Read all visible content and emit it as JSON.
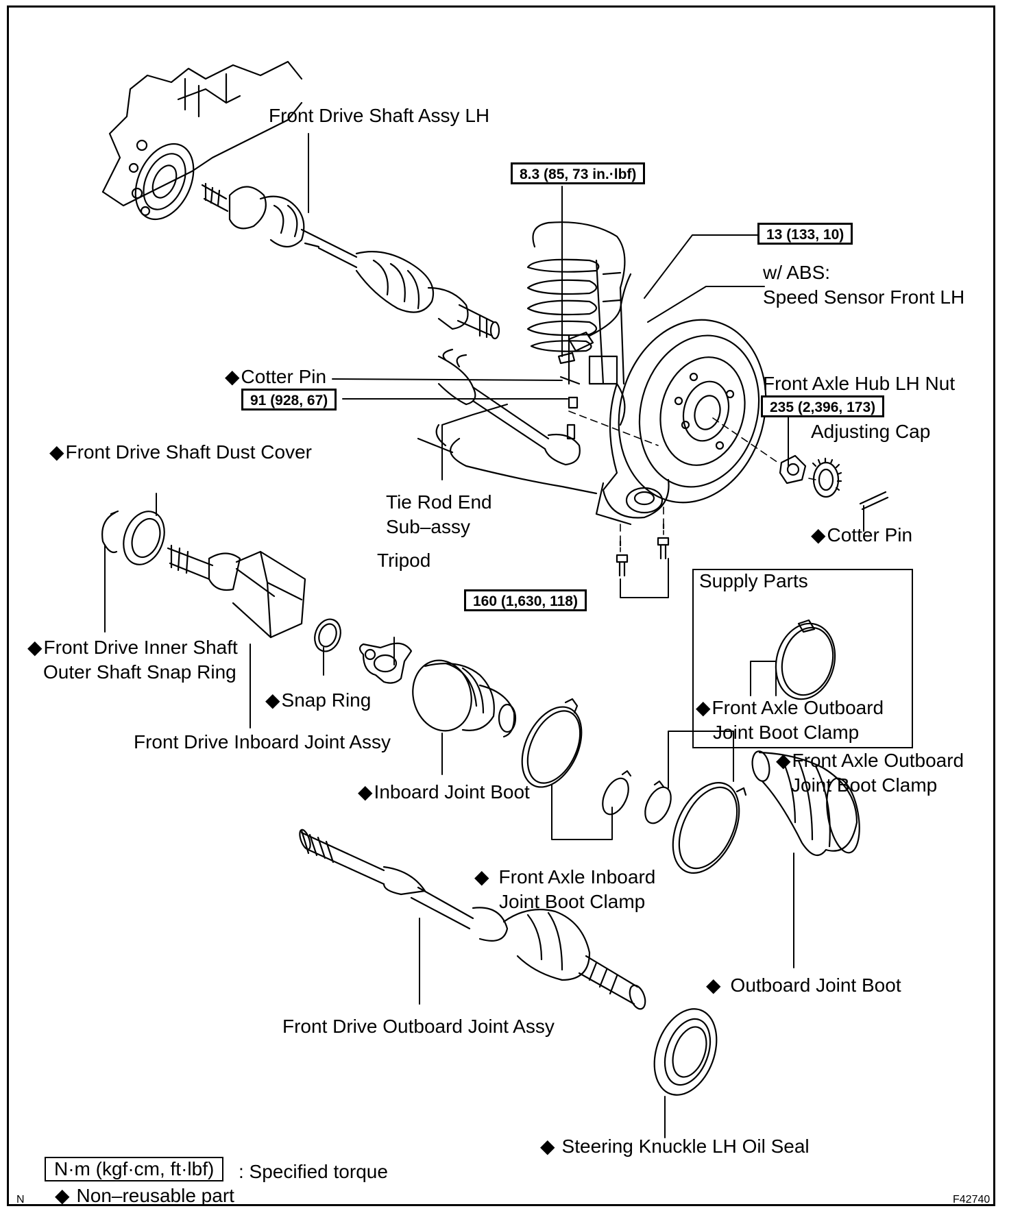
{
  "figure_id": "F42740",
  "corner_mark": "N",
  "diamond": "◆",
  "labels": {
    "front_drive_shaft_assy_lh": "Front Drive Shaft Assy LH",
    "abs_note": "w/ ABS:",
    "speed_sensor": "Speed Sensor Front LH",
    "cotter_pin_top": "Cotter Pin",
    "front_axle_hub_nut": "Front Axle Hub LH Nut",
    "adjusting_cap": "Adjusting Cap",
    "dust_cover": "Front Drive Shaft Dust Cover",
    "tie_rod_line1": "Tie Rod End",
    "tie_rod_line2": "Sub–assy",
    "cotter_pin_bottom": "Cotter Pin",
    "tripod": "Tripod",
    "supply_parts": "Supply Parts",
    "inner_snap_line1": "Front Drive Inner Shaft",
    "inner_snap_line2": "Outer Shaft Snap Ring",
    "snap_ring": "Snap Ring",
    "supply_clamp_line1": "Front Axle Outboard",
    "supply_clamp_line2": "Joint Boot Clamp",
    "inboard_joint_assy": "Front Drive Inboard Joint Assy",
    "outboard_clamp_line1": "Front Axle Outboard",
    "outboard_clamp_line2": "Joint Boot Clamp",
    "inboard_joint_boot": "Inboard Joint Boot",
    "inboard_clamp_line1": "Front Axle Inboard",
    "inboard_clamp_line2": "Joint Boot Clamp",
    "outboard_joint_boot": "Outboard Joint Boot",
    "outboard_joint_assy": "Front Drive Outboard Joint Assy",
    "oil_seal": "Steering Knuckle LH Oil Seal"
  },
  "torques": {
    "t_8_3": "8.3 (85, 73 in.·lbf)",
    "t_13": "13 (133, 10)",
    "t_91": "91 (928, 67)",
    "t_235": "235 (2,396, 173)",
    "t_160": "160 (1,630, 118)"
  },
  "legend": {
    "unit_box": "N·m (kgf·cm, ft·lbf)",
    "unit_desc": ": Specified torque",
    "nonreusable": "Non–reusable part"
  }
}
